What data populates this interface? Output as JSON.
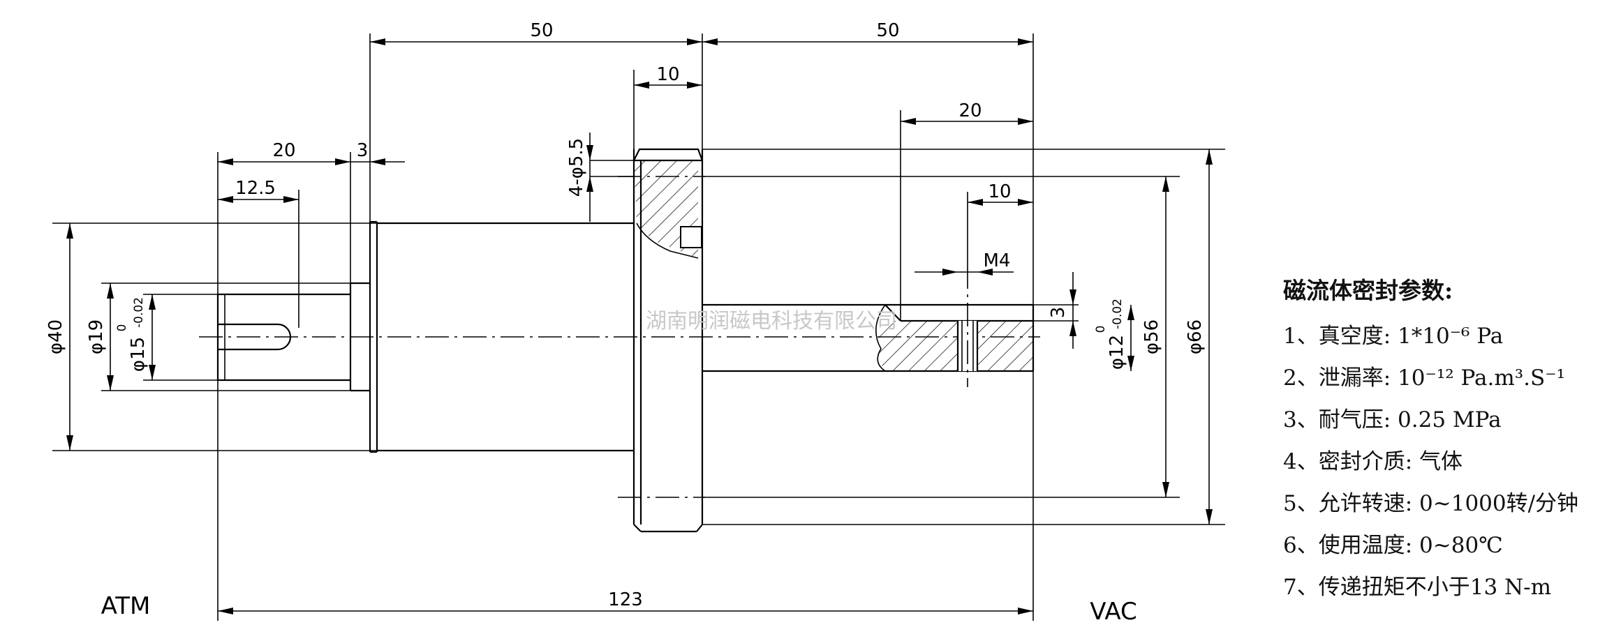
{
  "drawing": {
    "dimensions": {
      "top_left_50": "50",
      "top_right_50": "50",
      "flange_10": "10",
      "left_20": "20",
      "left_3": "3",
      "left_12_5": "12.5",
      "right_20": "20",
      "right_10": "10",
      "m4": "M4",
      "right_3": "3",
      "bottom_123": "123",
      "dia_40": "φ40",
      "dia_19": "φ19",
      "dia_15": "φ15",
      "dia_15_tol_upper": "0",
      "dia_15_tol_lower": "-0.02",
      "dia_12": "φ12",
      "dia_12_tol_upper": "0",
      "dia_12_tol_lower": "-0.02",
      "dia_56": "φ56",
      "dia_66": "φ66",
      "holes": "4-φ5.5"
    },
    "labels": {
      "atm": "ATM",
      "vac": "VAC"
    },
    "watermark": "湖南明润磁电科技有限公司"
  },
  "params": {
    "title": "磁流体密封参数:",
    "items": [
      "1、真空度: 1*10⁻⁶ Pa",
      "2、泄漏率: 10⁻¹² Pa.m³.S⁻¹",
      "3、耐气压: 0.25 MPa",
      "4、密封介质: 气体",
      "5、允许转速: 0~1000转/分钟",
      "6、使用温度: 0~80℃",
      "7、传递扭矩不小于13 N-m"
    ]
  }
}
